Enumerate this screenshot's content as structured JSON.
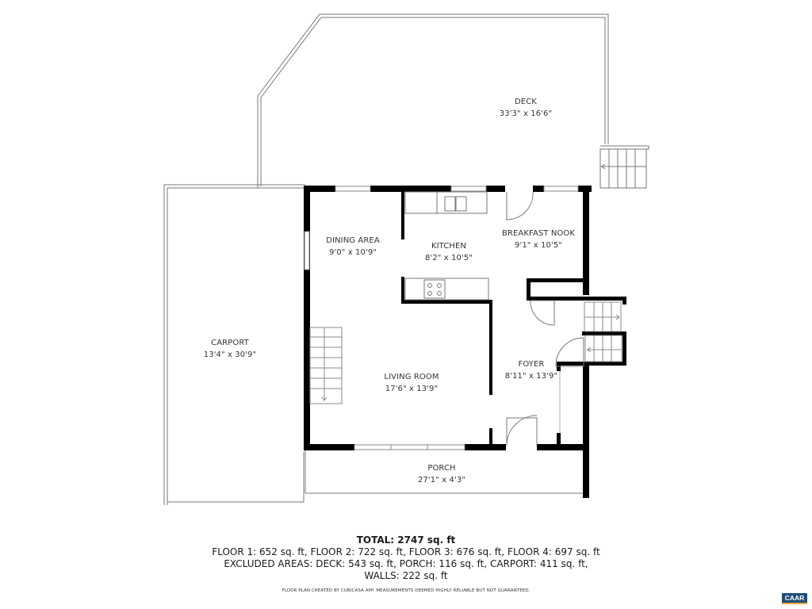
{
  "rooms": {
    "deck": {
      "name": "DECK",
      "size": "33'3\" x 16'6\""
    },
    "dining_area": {
      "name": "DINING AREA",
      "size": "9'0\" x 10'9\""
    },
    "kitchen": {
      "name": "KITCHEN",
      "size": "8'2\" x 10'5\""
    },
    "breakfast_nook": {
      "name": "BREAKFAST NOOK",
      "size": "9'1\" x 10'5\""
    },
    "carport": {
      "name": "CARPORT",
      "size": "13'4\" x 30'9\""
    },
    "living_room": {
      "name": "LIVING ROOM",
      "size": "17'6\" x 13'9\""
    },
    "foyer": {
      "name": "FOYER",
      "size": "8'11\" x 13'9\""
    },
    "porch": {
      "name": "PORCH",
      "size": "27'1\" x 4'3\""
    }
  },
  "summary": {
    "total": "TOTAL: 2747 sq. ft",
    "floors": "FLOOR 1: 652 sq. ft, FLOOR 2: 722 sq. ft, FLOOR 3: 676 sq. ft, FLOOR 4: 697 sq. ft",
    "excluded": "EXCLUDED AREAS: DECK: 543 sq. ft, PORCH: 116 sq. ft, CARPORT: 411 sq. ft,",
    "walls": "WALLS: 222 sq. ft",
    "disclaimer": "FLOOR PLAN CREATED BY CUBICASA APP. MEASUREMENTS DEEMED HIGHLY RELIABLE BUT NOT GUARANTEED."
  },
  "logo": {
    "text": "CAAR",
    "bg_color": "#1f4e79",
    "accent_color": "#e8a23a"
  }
}
